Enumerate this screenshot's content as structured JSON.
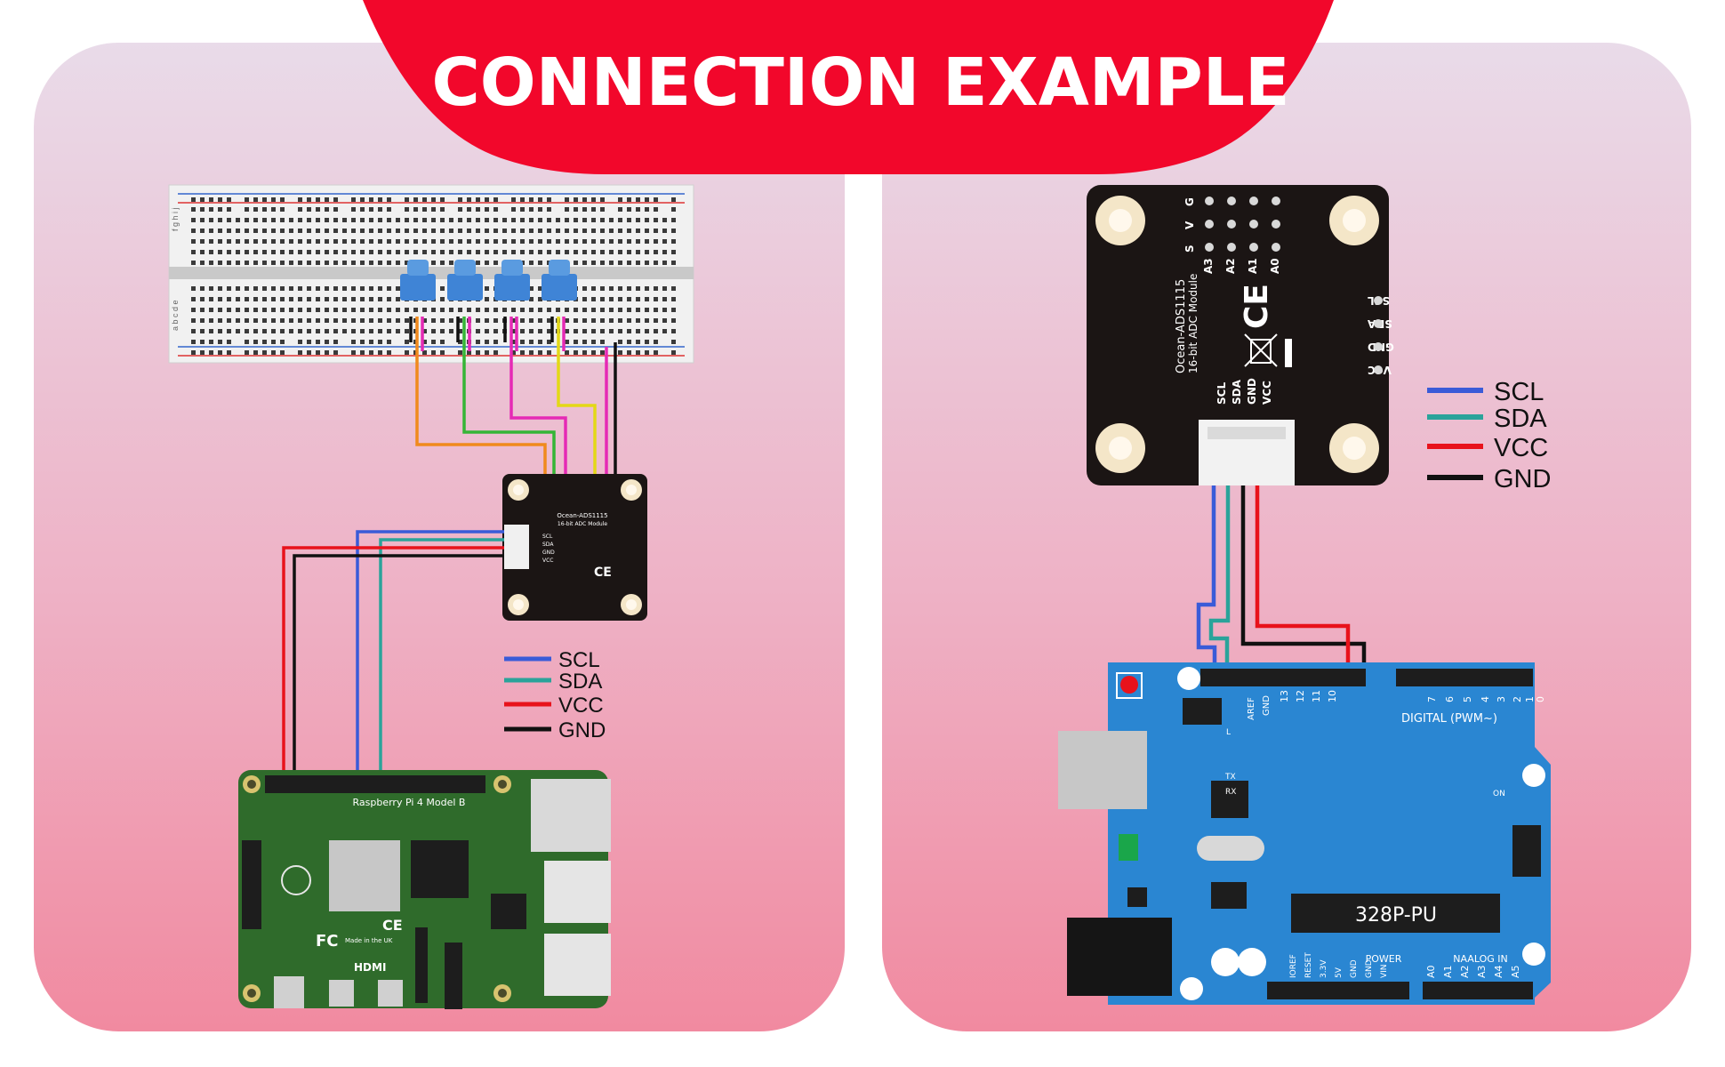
{
  "banner": {
    "title": "CONNECTION EXAMPLE",
    "color": "#f2072b"
  },
  "colors": {
    "panel_top": "#e9dbe9",
    "panel_bottom": "#f18aa0",
    "scl": "#3a5bd8",
    "sda": "#2aa39a",
    "vcc": "#e8121b",
    "gnd": "#111111",
    "module": "#1b1514",
    "rpi_board": "#2f6b2b",
    "arduino_board": "#2a86d2"
  },
  "legend": {
    "items": [
      {
        "label": "SCL",
        "color": "#3a5bd8"
      },
      {
        "label": "SDA",
        "color": "#2aa39a"
      },
      {
        "label": "VCC",
        "color": "#e8121b"
      },
      {
        "label": "GND",
        "color": "#111111"
      }
    ]
  },
  "module": {
    "name": "Ocean-ADS1115",
    "subtitle": "16-bit ADC Module",
    "pins": [
      "SCL",
      "SDA",
      "GND",
      "VCC"
    ],
    "rows": [
      "G",
      "V",
      "S"
    ],
    "channels": [
      "A3",
      "A2",
      "A1",
      "A0"
    ],
    "ce_mark": "CE"
  },
  "raspberry_pi": {
    "model": "Raspberry Pi 4 Model B",
    "made_in": "Made in the UK",
    "hdmi": "HDMI",
    "fc": "FC",
    "ce": "CE"
  },
  "arduino": {
    "chip": "328P-PU",
    "digital": "DIGITAL (PWM~)",
    "analog": "NAALOG IN",
    "power": "POWER",
    "aref": "AREF",
    "gnd": "GND",
    "digital_pins": [
      "13",
      "12",
      "11",
      "10",
      "7",
      "6",
      "5",
      "4",
      "3",
      "2",
      "1",
      "0"
    ],
    "power_pins": [
      "IOREF",
      "RESET",
      "3.3V",
      "5V",
      "GND",
      "GND",
      "VIN"
    ],
    "analog_pins": [
      "A0",
      "A1",
      "A2",
      "A3",
      "A4",
      "A5"
    ],
    "tx": "TX",
    "rx": "RX",
    "on": "ON",
    "l": "L"
  },
  "breadboard": {
    "row_letters_top": "f g h i j",
    "row_letters_bottom": "a b c d e"
  }
}
